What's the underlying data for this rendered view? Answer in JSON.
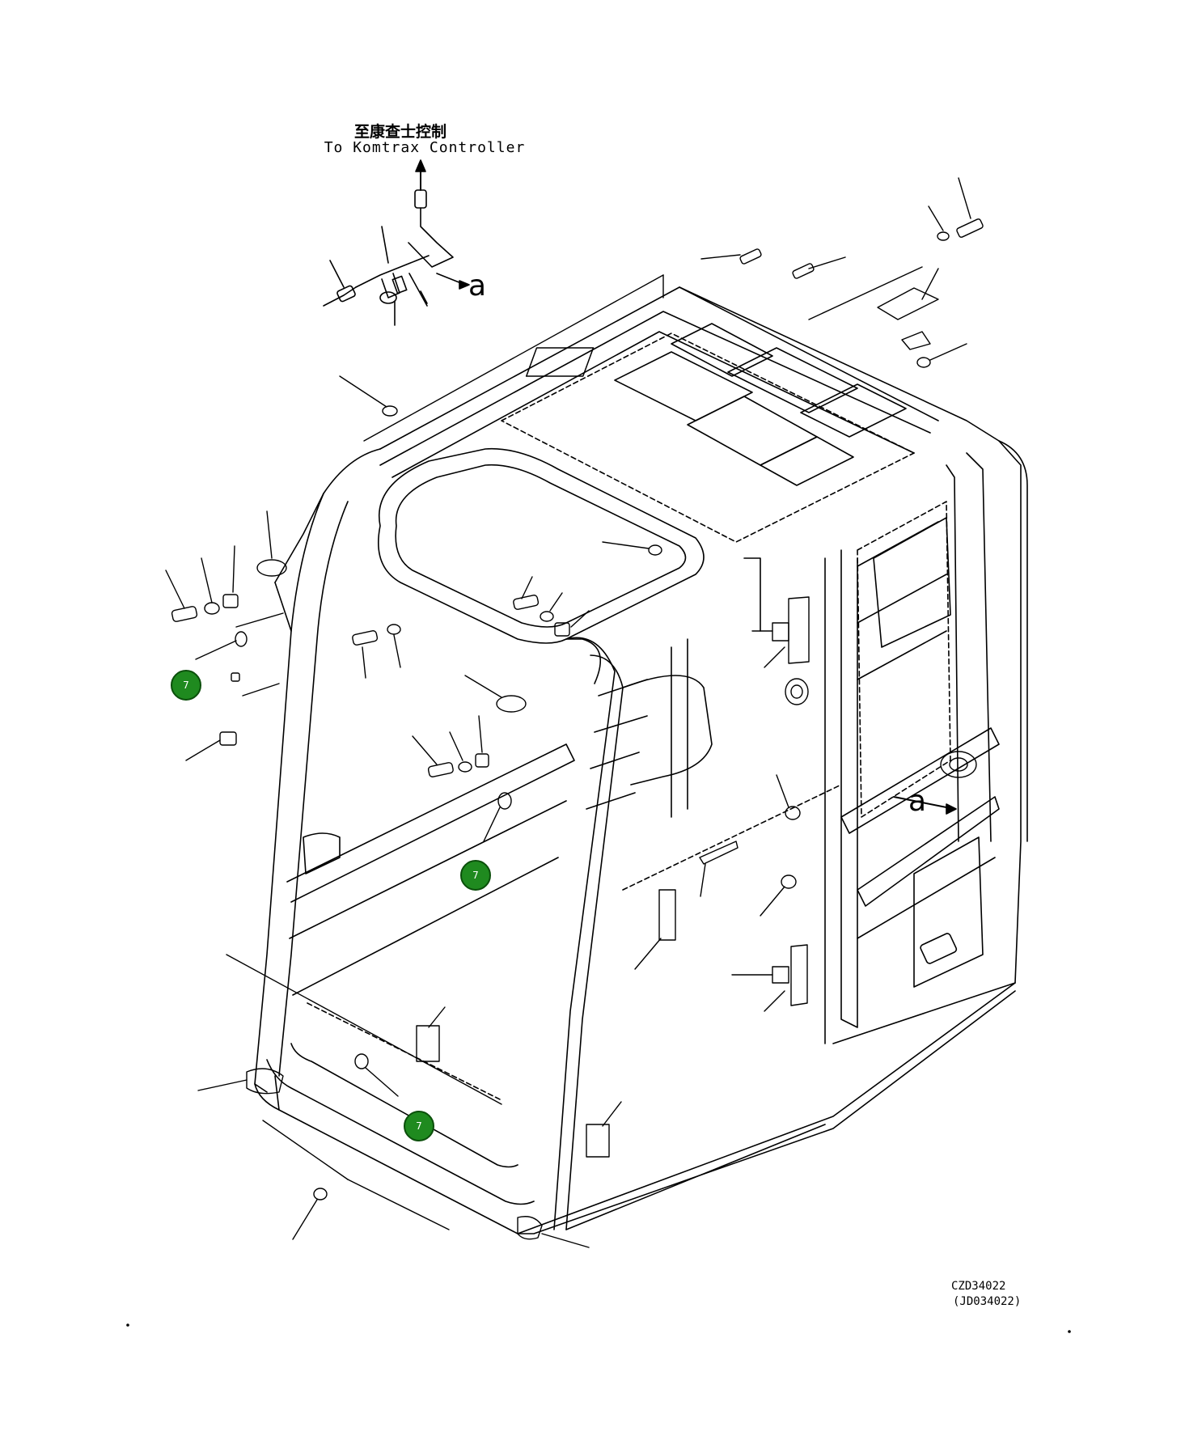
{
  "header": {
    "destination_cn": "至康查士控制",
    "destination_en": "To Komtrax Controller"
  },
  "view_ref": "a",
  "drawing_codes": {
    "primary": "CZD34022",
    "secondary": "(JD034022)"
  },
  "callouts": [
    {
      "number": "7"
    },
    {
      "number": "7"
    },
    {
      "number": "7"
    }
  ],
  "colors": {
    "line": "#000000",
    "callout_fill": "#1f8a1f",
    "background": "#ffffff"
  }
}
